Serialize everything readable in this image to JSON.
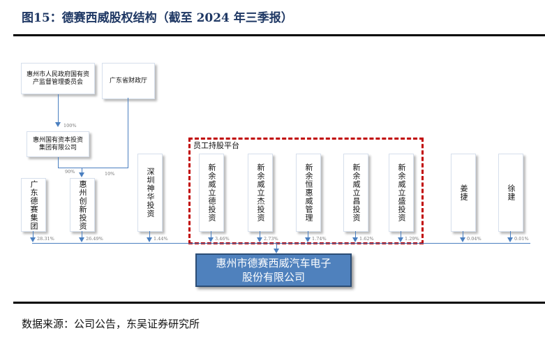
{
  "title": "图15：德赛西威股权结构（截至 2024 年三季报）",
  "top": {
    "sasac": "惠州市人民政府国有资产监督管理委员会",
    "finance": "广东省财政厅",
    "capital": "惠州国有资本投资集团有限公司",
    "sasac_pct": "100%",
    "capital_pct": "90%",
    "finance_pct": "10%"
  },
  "platform_label": "员工持股平台",
  "shareholders": [
    {
      "name": "广东德赛集团",
      "pct": "28.31%"
    },
    {
      "name": "惠州创新投资",
      "pct": "26.49%"
    },
    {
      "name": "深圳神华投资",
      "pct": "1.44%"
    },
    {
      "name": "新余威立德投资",
      "pct": "3.46%"
    },
    {
      "name": "新余威立杰投资",
      "pct": "2.73%"
    },
    {
      "name": "新余恒惠威管理",
      "pct": "1.74%"
    },
    {
      "name": "新余威立昌投资",
      "pct": "1.62%"
    },
    {
      "name": "新余威立盛投资",
      "pct": "1.29%"
    },
    {
      "name": "姜捷",
      "pct": "0.04%"
    },
    {
      "name": "徐建",
      "pct": "0.01%"
    }
  ],
  "company": {
    "line1": "惠州市德赛西威汽车电子",
    "line2": "股份有限公司"
  },
  "source": "数据来源：公司公告，东吴证券研究所",
  "colors": {
    "accent": "#4f81bd",
    "dash": "#c00000",
    "title": "#1f3864"
  }
}
